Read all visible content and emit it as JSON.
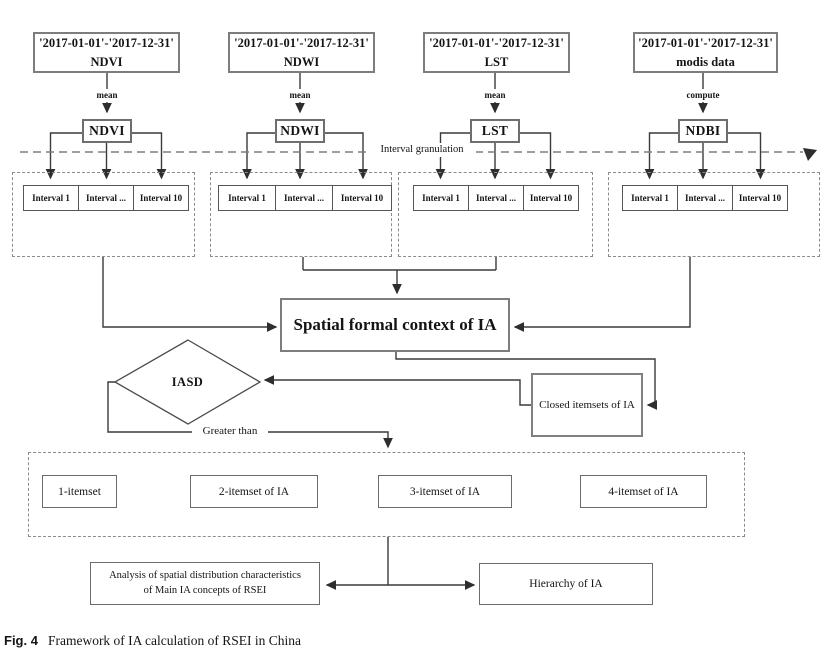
{
  "granulation_label": "Interval granulation",
  "columns": [
    {
      "source": "'2017-01-01'-'2017-12-31' NDVI",
      "op": "mean",
      "index": "NDVI",
      "intervals": [
        "Interval 1",
        "Interval ...",
        "Interval 10"
      ]
    },
    {
      "source": "'2017-01-01'-'2017-12-31' NDWI",
      "op": "mean",
      "index": "NDWI",
      "intervals": [
        "Interval 1",
        "Interval ...",
        "Interval 10"
      ]
    },
    {
      "source": "'2017-01-01'-'2017-12-31' LST",
      "op": "mean",
      "index": "LST",
      "intervals": [
        "Interval 1",
        "Interval ...",
        "Interval 10"
      ]
    },
    {
      "source": "'2017-01-01'-'2017-12-31' modis data",
      "op": "compute",
      "index": "NDBI",
      "intervals": [
        "Interval 1",
        "Interval ...",
        "Interval 10"
      ]
    }
  ],
  "nodes": {
    "spatial_context": "Spatial formal context of IA",
    "iasd": "IASD",
    "closed_itemsets": "Closed itemsets of IA",
    "greater_than": "Greater than",
    "itemsets": [
      "1-itemset",
      "2-itemset of IA",
      "3-itemset of IA",
      "4-itemset of IA"
    ],
    "analysis_line1": "Analysis of spatial distribution characteristics",
    "analysis_line2": "of Main IA concepts of RSEI",
    "hierarchy": "Hierarchy of IA"
  },
  "caption": {
    "label": "Fig. 4",
    "text": "Framework of IA calculation of RSEI in China"
  },
  "colors": {
    "line": "#333333",
    "box_border": "#7d7d7d",
    "dashed": "#8c8c8c",
    "text": "#141414"
  }
}
